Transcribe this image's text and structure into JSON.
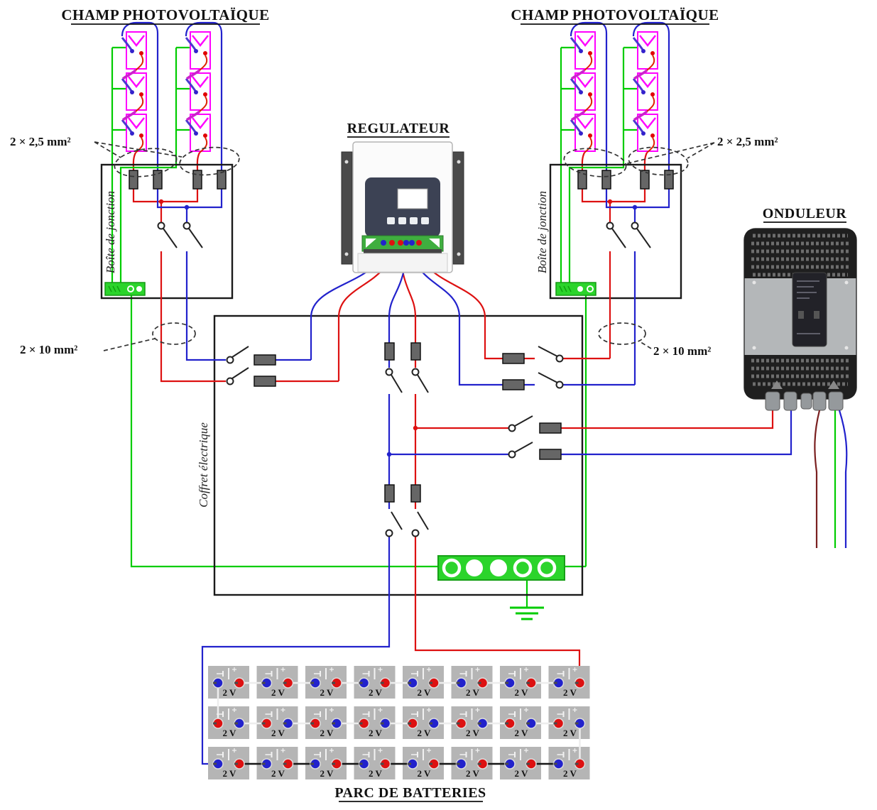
{
  "titles": {
    "pv_left": "CHAMP PHOTOVOLTAÏQUE",
    "pv_right": "CHAMP PHOTOVOLTAÏQUE",
    "regulator": "REGULATEUR",
    "inverter": "ONDULEUR",
    "battery_bank": "PARC DE BATTERIES"
  },
  "labels": {
    "junction_box_left": "Boîte de jonction",
    "junction_box_right": "Boîte de jonction",
    "cabinet": "Coffret électrique",
    "pv_cable_left": "2 × 2,5 mm²",
    "pv_cable_right": "2 × 2,5 mm²",
    "dc_cable_left": "2 × 10 mm²",
    "dc_cable_right": "2 × 10 mm²"
  },
  "battery_park": {
    "cell_voltage_label": "2 V",
    "columns": 8,
    "rows": [
      {
        "left_terminal": "blue",
        "right_terminal": "red",
        "link_color": "#ededed"
      },
      {
        "left_terminal": "red",
        "right_terminal": "blue",
        "link_color": "#ededed"
      },
      {
        "left_terminal": "blue",
        "right_terminal": "red",
        "link_color": "#161616"
      }
    ],
    "row_links": [
      {
        "from_row": 0,
        "to_row": 1,
        "side": "left",
        "color": "#ededed"
      },
      {
        "from_row": 1,
        "to_row": 2,
        "side": "right",
        "color": "#ededed"
      }
    ]
  },
  "colors": {
    "wire_red": "#dd1111",
    "wire_blue": "#2222cc",
    "wire_green": "#00cc00",
    "pv_module_magenta": "#ff00ff",
    "terminal_red": "#dd1111",
    "terminal_blue": "#2222cc",
    "busbar_green": "#2bd42b",
    "battery_gray": "#b5b5b5",
    "ac_phase_brown": "#7a2020"
  }
}
